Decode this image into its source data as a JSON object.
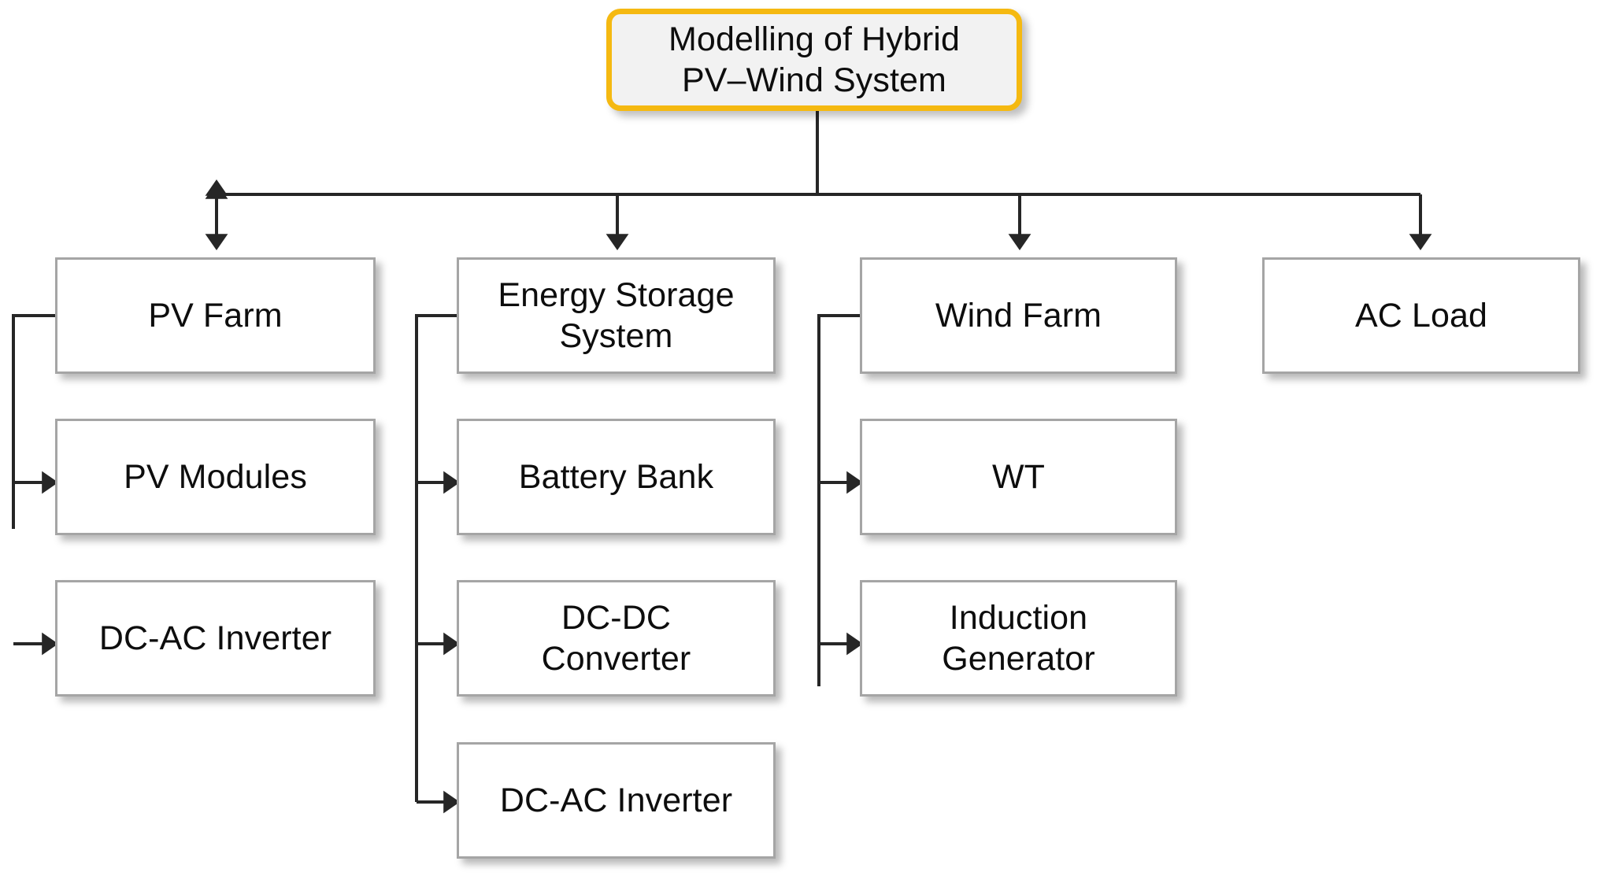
{
  "diagram": {
    "title": "Modelling of Hybrid PV–Wind System",
    "type": "block-hierarchy",
    "colors": {
      "root_border": "#F5B911",
      "root_fill": "#F2F2F2",
      "node_border": "#A5A5A5",
      "node_fill": "#FFFFFF",
      "connector": "#262626",
      "text": "#0D0D0D"
    },
    "root": {
      "id": "root",
      "label": "Modelling of Hybrid PV–Wind System",
      "line1": "Modelling of Hybrid",
      "line2": "PV–Wind System"
    },
    "branches": [
      {
        "id": "pv-farm",
        "label": "PV Farm",
        "children": [
          {
            "id": "pv-modules",
            "label": "PV Modules"
          },
          {
            "id": "pv-dc-ac-inverter",
            "label": "DC-AC Inverter"
          }
        ]
      },
      {
        "id": "energy-storage-system",
        "label": "Energy Storage System",
        "line1": "Energy Storage",
        "line2": "System",
        "children": [
          {
            "id": "battery-bank",
            "label": "Battery Bank"
          },
          {
            "id": "dc-dc-converter",
            "label": "DC-DC Converter",
            "line1": "DC-DC",
            "line2": "Converter"
          },
          {
            "id": "ess-dc-ac-inverter",
            "label": "DC-AC Inverter"
          }
        ]
      },
      {
        "id": "wind-farm",
        "label": "Wind Farm",
        "children": [
          {
            "id": "wt",
            "label": "WT"
          },
          {
            "id": "induction-generator",
            "label": "Induction Generator",
            "line1": "Induction",
            "line2": "Generator"
          }
        ]
      },
      {
        "id": "ac-load",
        "label": "AC Load",
        "children": []
      }
    ]
  }
}
